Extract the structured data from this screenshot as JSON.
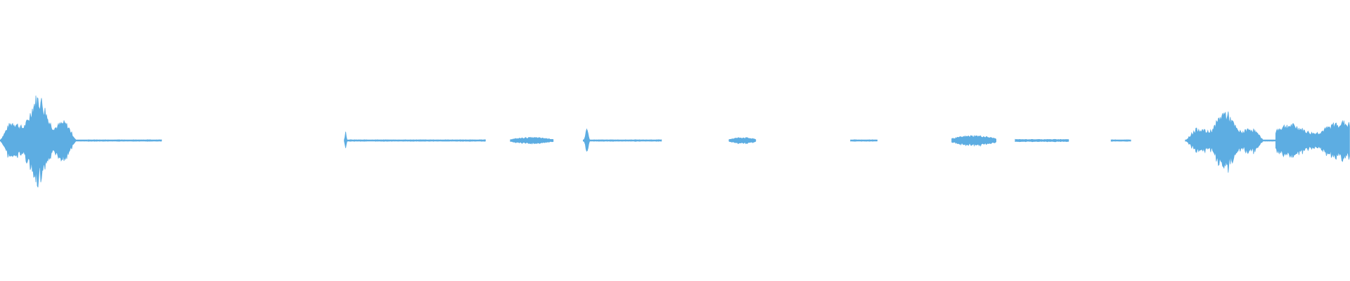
{
  "waveform": {
    "color": "#5dade2",
    "background": "#ffffff",
    "max_amplitude": 1.0,
    "baseline": 0,
    "segments": [
      {
        "start": 0.0,
        "end": 0.065,
        "peak": 0.74,
        "shape": "burst"
      },
      {
        "start": 0.065,
        "end": 0.12,
        "peak": 0.02,
        "shape": "flat"
      },
      {
        "start": 0.255,
        "end": 0.258,
        "peak": 0.22,
        "shape": "spike"
      },
      {
        "start": 0.258,
        "end": 0.36,
        "peak": 0.02,
        "shape": "flat"
      },
      {
        "start": 0.378,
        "end": 0.41,
        "peak": 0.05,
        "shape": "small"
      },
      {
        "start": 0.432,
        "end": 0.44,
        "peak": 0.18,
        "shape": "spike"
      },
      {
        "start": 0.44,
        "end": 0.49,
        "peak": 0.02,
        "shape": "flat"
      },
      {
        "start": 0.54,
        "end": 0.56,
        "peak": 0.05,
        "shape": "small"
      },
      {
        "start": 0.63,
        "end": 0.65,
        "peak": 0.02,
        "shape": "flat"
      },
      {
        "start": 0.705,
        "end": 0.738,
        "peak": 0.08,
        "shape": "small"
      },
      {
        "start": 0.752,
        "end": 0.792,
        "peak": 0.03,
        "shape": "flat"
      },
      {
        "start": 0.823,
        "end": 0.838,
        "peak": 0.02,
        "shape": "flat"
      },
      {
        "start": 0.878,
        "end": 0.945,
        "peak": 0.48,
        "shape": "burst"
      },
      {
        "start": 0.945,
        "end": 1.0,
        "peak": 0.32,
        "shape": "sustain"
      }
    ]
  }
}
